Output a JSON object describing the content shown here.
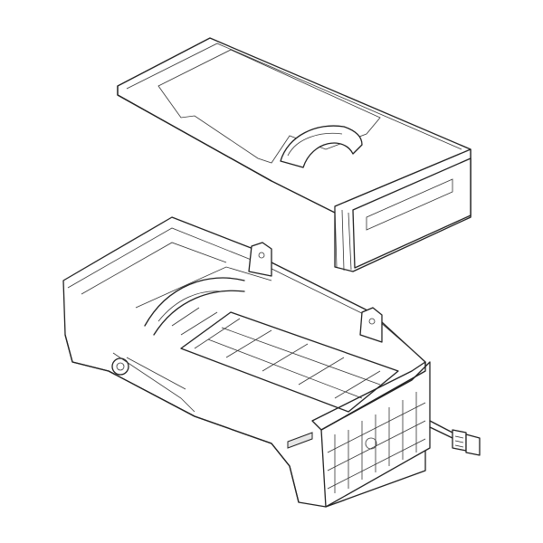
{
  "drawing": {
    "line_color": "#222222",
    "background": "#ffffff",
    "parts": [
      "cover-tray",
      "ice-maker-housing",
      "ice-mold",
      "control-module",
      "wire-harness-connector"
    ]
  }
}
